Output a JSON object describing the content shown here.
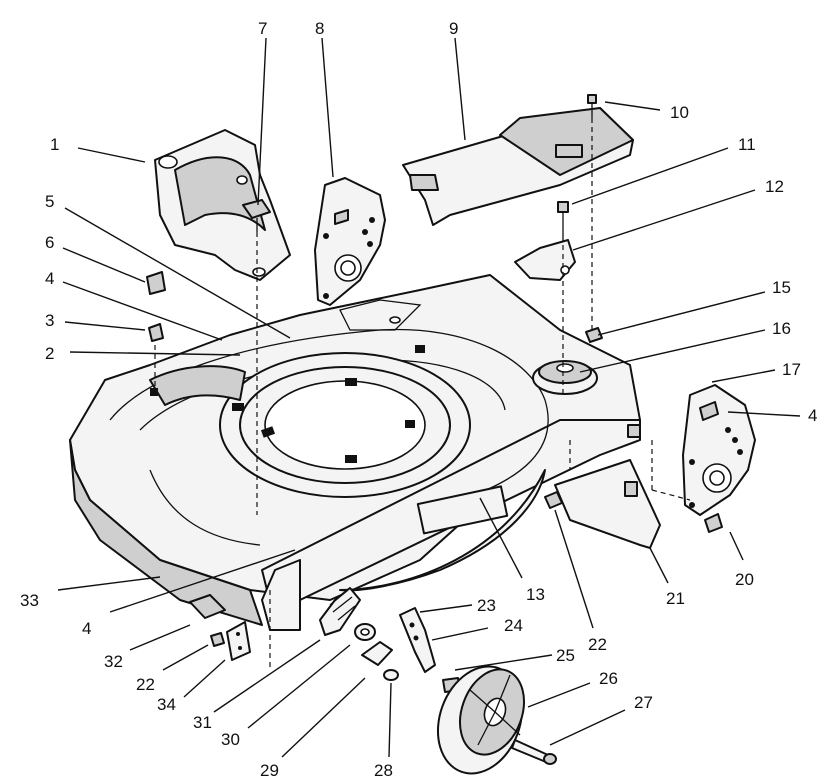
{
  "diagram": {
    "callouts": [
      {
        "id": "c1",
        "label": "1"
      },
      {
        "id": "c7",
        "label": "7"
      },
      {
        "id": "c8",
        "label": "8"
      },
      {
        "id": "c9",
        "label": "9"
      },
      {
        "id": "c10",
        "label": "10"
      },
      {
        "id": "c11",
        "label": "11"
      },
      {
        "id": "c12",
        "label": "12"
      },
      {
        "id": "c5",
        "label": "5"
      },
      {
        "id": "c6",
        "label": "6"
      },
      {
        "id": "c4a",
        "label": "4"
      },
      {
        "id": "c3",
        "label": "3"
      },
      {
        "id": "c2",
        "label": "2"
      },
      {
        "id": "c15",
        "label": "15"
      },
      {
        "id": "c16",
        "label": "16"
      },
      {
        "id": "c17",
        "label": "17"
      },
      {
        "id": "c4b",
        "label": "4"
      },
      {
        "id": "c20",
        "label": "20"
      },
      {
        "id": "c21",
        "label": "21"
      },
      {
        "id": "c22a",
        "label": "22"
      },
      {
        "id": "c13",
        "label": "13"
      },
      {
        "id": "c33",
        "label": "33"
      },
      {
        "id": "c4c",
        "label": "4"
      },
      {
        "id": "c23",
        "label": "23"
      },
      {
        "id": "c24",
        "label": "24"
      },
      {
        "id": "c25",
        "label": "25"
      },
      {
        "id": "c26",
        "label": "26"
      },
      {
        "id": "c27",
        "label": "27"
      },
      {
        "id": "c32",
        "label": "32"
      },
      {
        "id": "c22b",
        "label": "22"
      },
      {
        "id": "c34",
        "label": "34"
      },
      {
        "id": "c31",
        "label": "31"
      },
      {
        "id": "c30",
        "label": "30"
      },
      {
        "id": "c29",
        "label": "29"
      },
      {
        "id": "c28",
        "label": "28"
      }
    ]
  }
}
